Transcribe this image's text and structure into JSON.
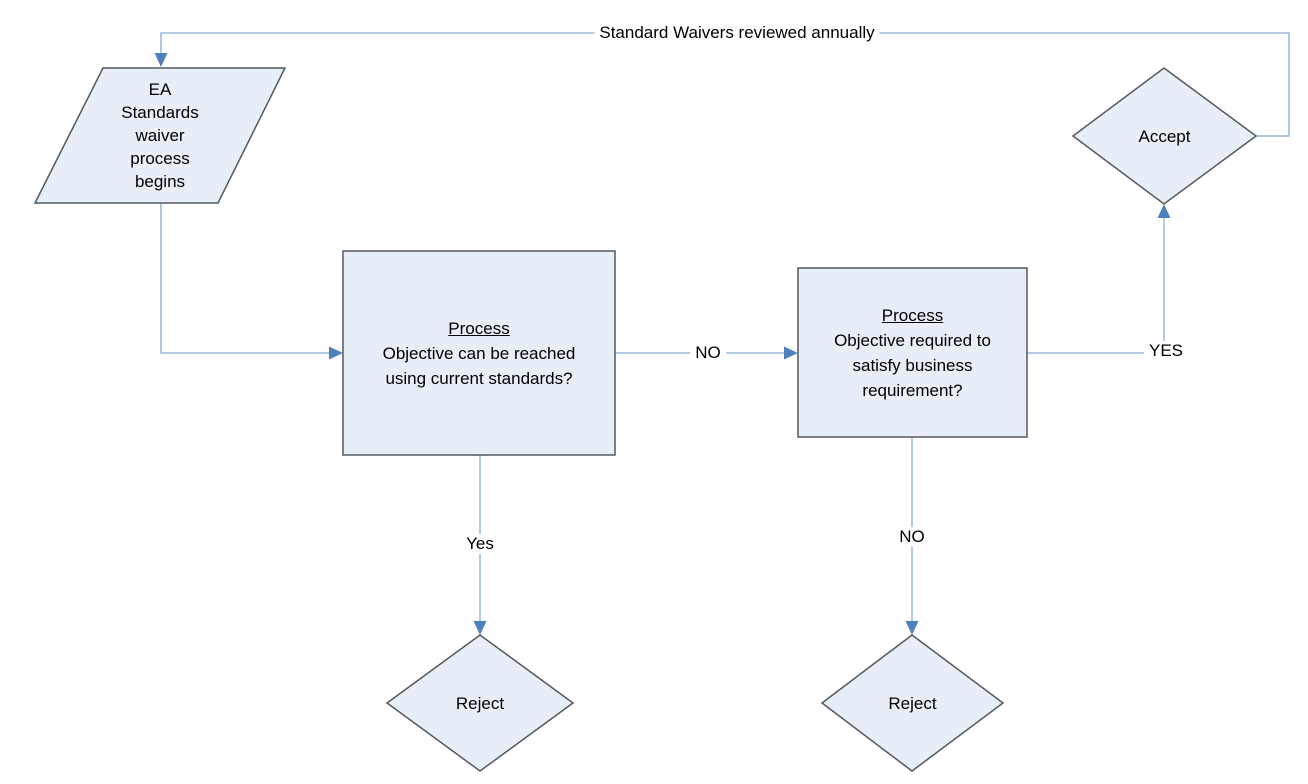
{
  "colors": {
    "shape_fill": "#e8eef7",
    "shape_border": "#54585e",
    "connector": "#9ab5da",
    "arrowhead": "#4f81bd",
    "label_text": "#000000",
    "background": "#ffffff"
  },
  "nodes": {
    "start": {
      "text": "EA\nStandards\nwaiver\nprocess\nbegins"
    },
    "process1": {
      "heading": "Process",
      "body": "Objective can be reached using current standards?"
    },
    "process2": {
      "heading": "Process",
      "body": "Objective required to satisfy business requirement?"
    },
    "accept": {
      "text": "Accept"
    },
    "reject_left": {
      "text": "Reject"
    },
    "reject_right": {
      "text": "Reject"
    }
  },
  "edge_labels": {
    "annual_review": "Standard Waivers reviewed annually",
    "no_between_processes": "NO",
    "yes_to_accept": "YES",
    "yes_to_reject": "Yes",
    "no_to_reject": "NO"
  }
}
